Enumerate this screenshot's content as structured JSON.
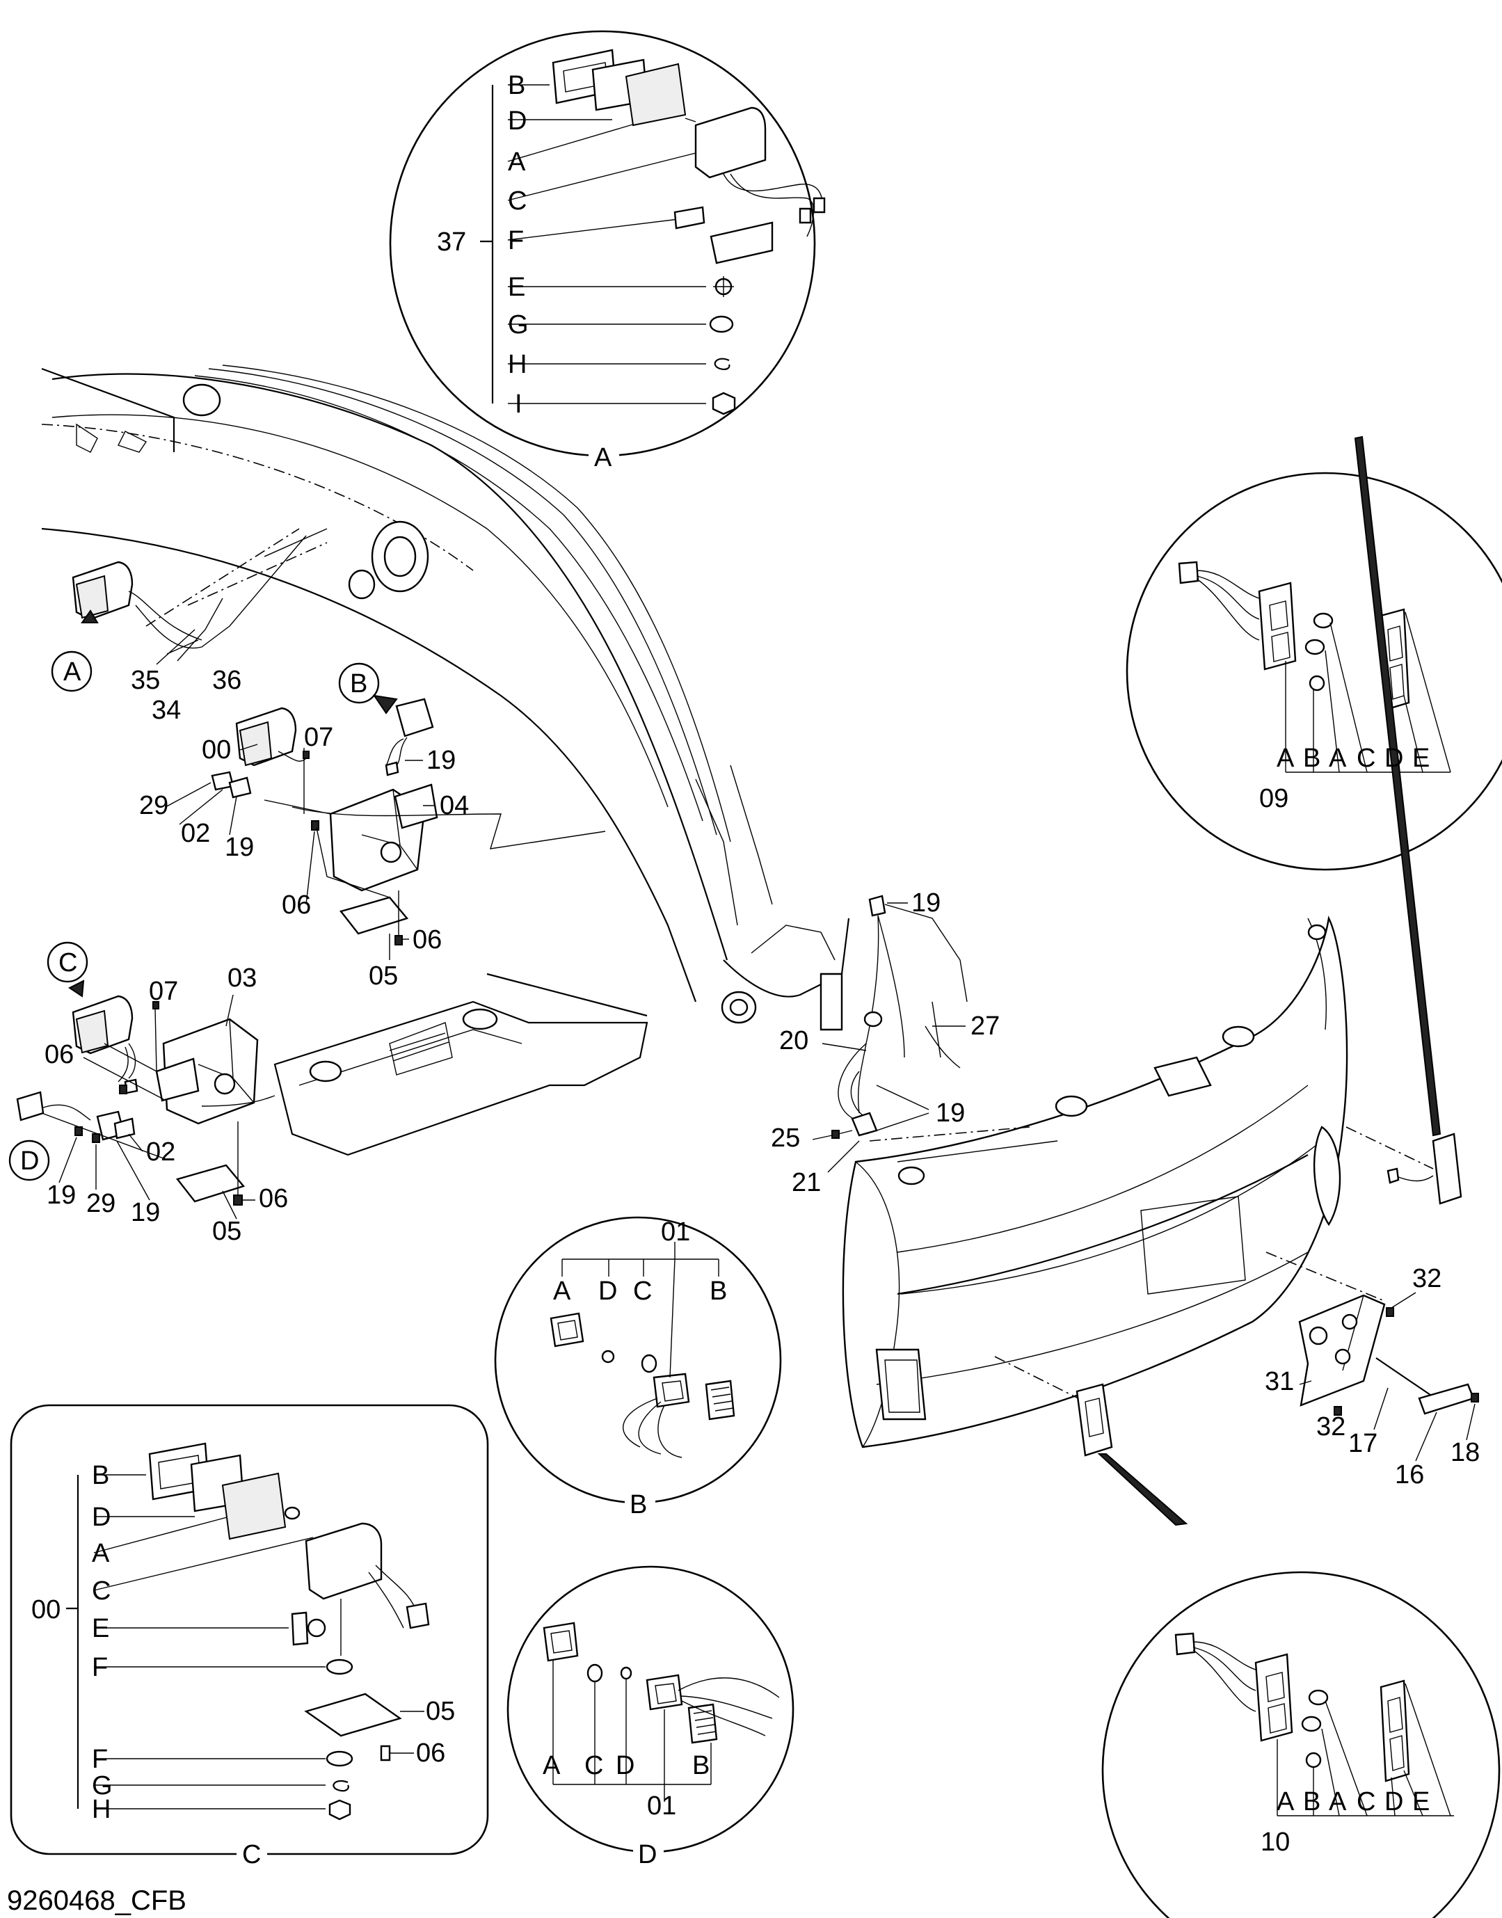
{
  "drawing_id": "9260468_CFB",
  "detail_A": {
    "callout": "A",
    "assembly_number": "37",
    "letters": [
      "B",
      "D",
      "A",
      "C",
      "F",
      "E",
      "G",
      "H",
      "I"
    ]
  },
  "detail_B": {
    "callout": "B",
    "assembly_number": "01",
    "letters": [
      "A",
      "D",
      "C",
      "B"
    ]
  },
  "detail_C": {
    "callout": "C",
    "assembly_number": "00",
    "letters": [
      "B",
      "D",
      "A",
      "C",
      "E",
      "F",
      "F",
      "G",
      "H"
    ],
    "sub_parts": [
      "05",
      "06"
    ]
  },
  "detail_D": {
    "callout": "D",
    "assembly_number": "01",
    "letters": [
      "A",
      "C",
      "D",
      "B"
    ]
  },
  "detail_09": {
    "assembly_number": "09",
    "letters": [
      "A",
      "B",
      "A",
      "C",
      "D",
      "E"
    ]
  },
  "detail_10": {
    "assembly_number": "10",
    "letters": [
      "A",
      "B",
      "A",
      "C",
      "D",
      "E"
    ]
  },
  "view_callouts": [
    "A",
    "B",
    "C",
    "D"
  ],
  "part_labels": {
    "p35": "35",
    "p34": "34",
    "p36": "36",
    "p00": "00",
    "p07a": "07",
    "p19a": "19",
    "p04": "04",
    "p29a": "29",
    "p02a": "02",
    "p19b": "19",
    "p06a": "06",
    "p05a": "05",
    "p06b": "06",
    "p07b": "07",
    "p03": "03",
    "p06c": "06",
    "p02b": "02",
    "p19c": "19",
    "p29b": "29",
    "p19d": "19",
    "p05b": "05",
    "p06d": "06",
    "p19e": "19",
    "p27": "27",
    "p20": "20",
    "p19f": "19",
    "p25": "25",
    "p21": "21",
    "p32a": "32",
    "p31": "31",
    "p32b": "32",
    "p17": "17",
    "p16": "16",
    "p18": "18"
  }
}
